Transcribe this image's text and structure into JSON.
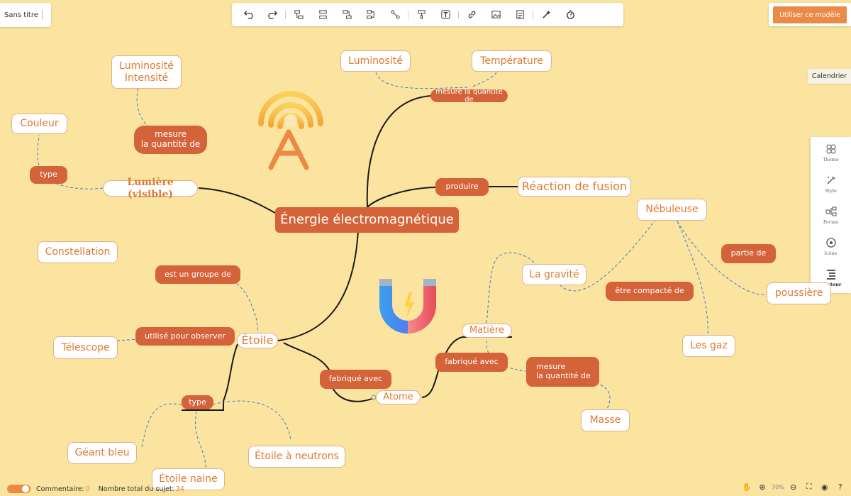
{
  "doc_title": "Sans titre",
  "toolbar": {
    "items": [
      "undo-icon",
      "redo-icon",
      "|",
      "subtopic-icon",
      "sibling-icon",
      "parent-icon",
      "relation-icon",
      "summary-icon",
      "|",
      "format-painter-icon",
      "text-icon",
      "|",
      "link-icon",
      "image-icon",
      "note-icon",
      "|",
      "magic-icon",
      "timer-icon"
    ]
  },
  "use_template_label": "Utiliser ce modèle",
  "calendar_tab": "Calendrier",
  "right_panel": [
    {
      "label": "Thème",
      "icon": "theme-icon"
    },
    {
      "label": "Style",
      "icon": "style-icon"
    },
    {
      "label": "Forme",
      "icon": "shape-icon"
    },
    {
      "label": "Icône",
      "icon": "icon-icon"
    },
    {
      "label": "Contour",
      "icon": "outline-icon"
    }
  ],
  "status": {
    "comment_label": "Commentaire:",
    "comment_count": "0",
    "total_label": "Nombre total du sujet:",
    "total_count": "34"
  },
  "zoom": "70%",
  "colors": {
    "background": "#fbe3a0",
    "accent": "#ea8a45",
    "label_fill": "#d4633a",
    "node_text": "#e07a30"
  },
  "map": {
    "root": "Énergie électromagnétique",
    "lumiere": "Lumière (visible)",
    "type1": "type",
    "couleur": "Couleur",
    "mesure1": "mesure\nla quantité de",
    "luminosite_intensite": "Luminosité\nIntensité",
    "mesure_top": "mesure la quantité de",
    "luminosite": "Luminosité",
    "temperature": "Température",
    "produire": "produire",
    "reaction": "Réaction de fusion",
    "nebuleuse": "Nébuleuse",
    "partie_de": "partie de",
    "gravite": "La gravité",
    "compacte": "être compacté de",
    "poussiere": "poussière",
    "gaz": "Les gaz",
    "matiere": "Matière",
    "fabrique2": "fabriqué avec",
    "mesure2": "mesure\nla quantité de",
    "masse": "Masse",
    "atome": "Atome",
    "fabrique1": "fabriqué avec",
    "etoile": "Étoile",
    "constellation": "Constellation",
    "groupe": "est un groupe de",
    "utilise": "utilisé pour observer",
    "telescope": "Télescope",
    "type2": "type",
    "geant": "Géant bleu",
    "naine": "Étoile naine",
    "neutrons": "Étoile à neutrons"
  }
}
